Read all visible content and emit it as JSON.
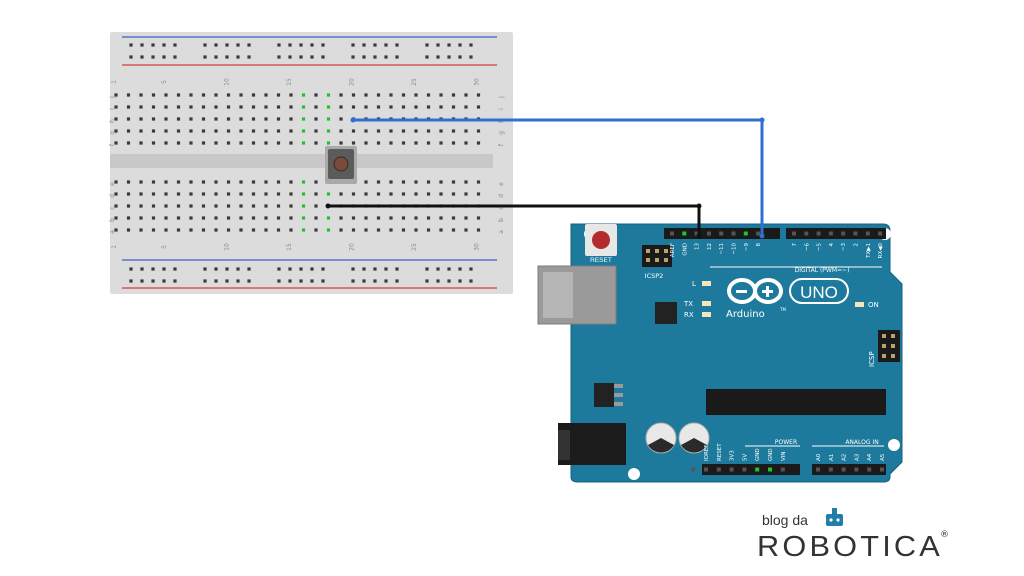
{
  "breadboard": {
    "col_numbers": [
      "1",
      "5",
      "10",
      "15",
      "20",
      "25",
      "30"
    ],
    "rows_top": [
      "j",
      "i",
      "h",
      "g",
      "f"
    ],
    "rows_bottom": [
      "e",
      "d",
      "c",
      "b",
      "a"
    ]
  },
  "arduino": {
    "logo_text": "Arduino",
    "trademark": "TM",
    "model": "UNO",
    "reset_label": "RESET",
    "icsp2_label": "ICSP2",
    "icsp_label": "ICSP",
    "digital_label": "DIGITAL (PWM=~)",
    "power_label": "POWER",
    "analog_label": "ANALOG IN",
    "led_l": "L",
    "led_tx": "TX",
    "led_rx": "RX",
    "led_on": "ON",
    "digital_pins": [
      "AREF",
      "GND",
      "13",
      "12",
      "~11",
      "~10",
      "~9",
      "8",
      "7",
      "~6",
      "~5",
      "4",
      "~3",
      "2",
      "TX▶1",
      "RX◀0"
    ],
    "power_pins": [
      "IOREF",
      "RESET",
      "3V3",
      "5V",
      "GND",
      "GND",
      "VIN"
    ],
    "analog_pins": [
      "A0",
      "A1",
      "A2",
      "A3",
      "A4",
      "A5"
    ]
  },
  "brand": {
    "blog_text": "blog da",
    "name_text": "ROBOTICA",
    "registered": "®"
  },
  "colors": {
    "board_teal": "#1d7a9c",
    "wire_blue": "#2e6fd1",
    "wire_black": "#111111",
    "breadboard": "#dcdcdc",
    "rail_red": "#d23c3c",
    "rail_blue": "#3c5cc8",
    "hole_green": "#22c22a"
  }
}
